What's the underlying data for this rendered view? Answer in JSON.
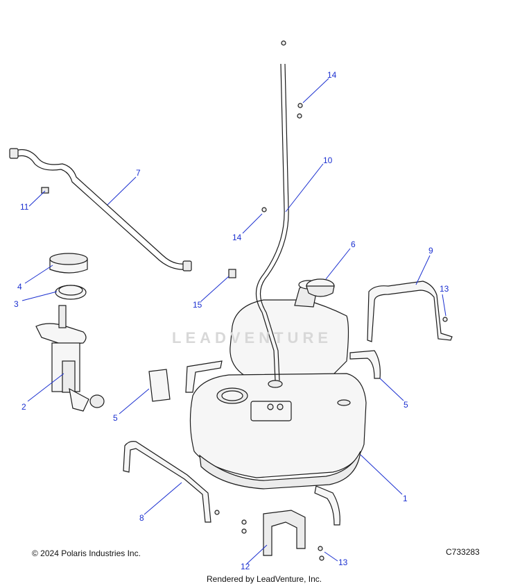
{
  "callouts": {
    "c1": "1",
    "c2": "2",
    "c3": "3",
    "c4": "4",
    "c5a": "5",
    "c5b": "5",
    "c6": "6",
    "c7": "7",
    "c8": "8",
    "c9": "9",
    "c10": "10",
    "c11": "11",
    "c12": "12",
    "c13a": "13",
    "c13b": "13",
    "c14a": "14",
    "c14b": "14",
    "c15": "15"
  },
  "watermark": "LEADVENTURE",
  "footer": {
    "copyright": "© 2024 Polaris Industries Inc.",
    "code": "C733283",
    "rendered_by": "Rendered by LeadVenture, Inc."
  },
  "colors": {
    "callout": "#1a2fd0",
    "line": "#1a1a1a"
  }
}
